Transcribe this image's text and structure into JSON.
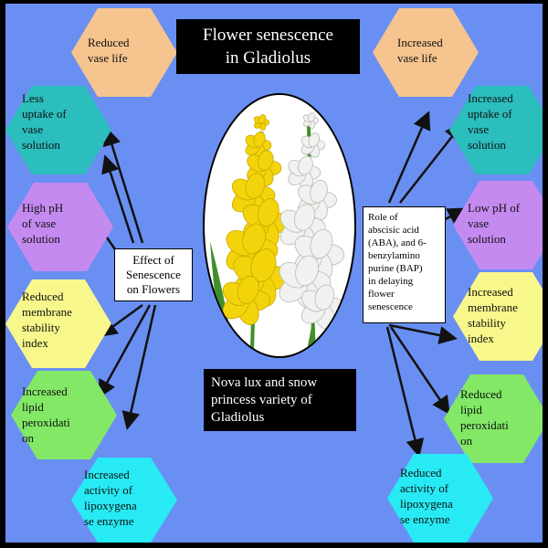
{
  "title": "Flower senescence\nin Gladiolus",
  "variety_label": "Nova lux and snow\nprincess variety of\nGladiolus",
  "effect_label": "Effect of\nSenescence\non Flowers",
  "role_label": "Role of\nabscisic acid\n(ABA), and 6-\nbenzylamino\npurine (BAP)\nin delaying\nflower\nsenescence",
  "left_items": [
    {
      "text": "Reduced\nvase life",
      "color": "#f6c48e"
    },
    {
      "text": "Less\nuptake of\nvase\nsolution",
      "color": "#2cbdbd"
    },
    {
      "text": "High pH\nof vase\nsolution",
      "color": "#c58af0"
    },
    {
      "text": "Reduced\nmembrane\nstability\nindex",
      "color": "#f7f78c"
    },
    {
      "text": "Increased\nlipid\nperoxidati\non",
      "color": "#82e866"
    },
    {
      "text": "Increased\nactivity of\nlipoxygena\nse enzyme",
      "color": "#27eaf4"
    }
  ],
  "right_items": [
    {
      "text": "Increased\nvase life",
      "color": "#f6c48e"
    },
    {
      "text": "Increased\nuptake of\nvase\nsolution",
      "color": "#2cbdbd"
    },
    {
      "text": "Low pH of\nvase\nsolution",
      "color": "#c58af0"
    },
    {
      "text": "Increased\nmembrane\nstability\nindex",
      "color": "#f7f78c"
    },
    {
      "text": "Reduced\nlipid\nperoxidati\non",
      "color": "#82e866"
    },
    {
      "text": "Reduced\nactivity of\nlipoxygena\nse enzyme",
      "color": "#27eaf4"
    }
  ],
  "colors": {
    "background": "#6a8ff2",
    "frame": "#000000",
    "flower_yellow": "#f3d40a",
    "flower_white": "#f1f1ef",
    "stem": "#3f8f2a"
  },
  "images": {
    "flowers": "yellow-and-white-gladiolus-photo"
  }
}
